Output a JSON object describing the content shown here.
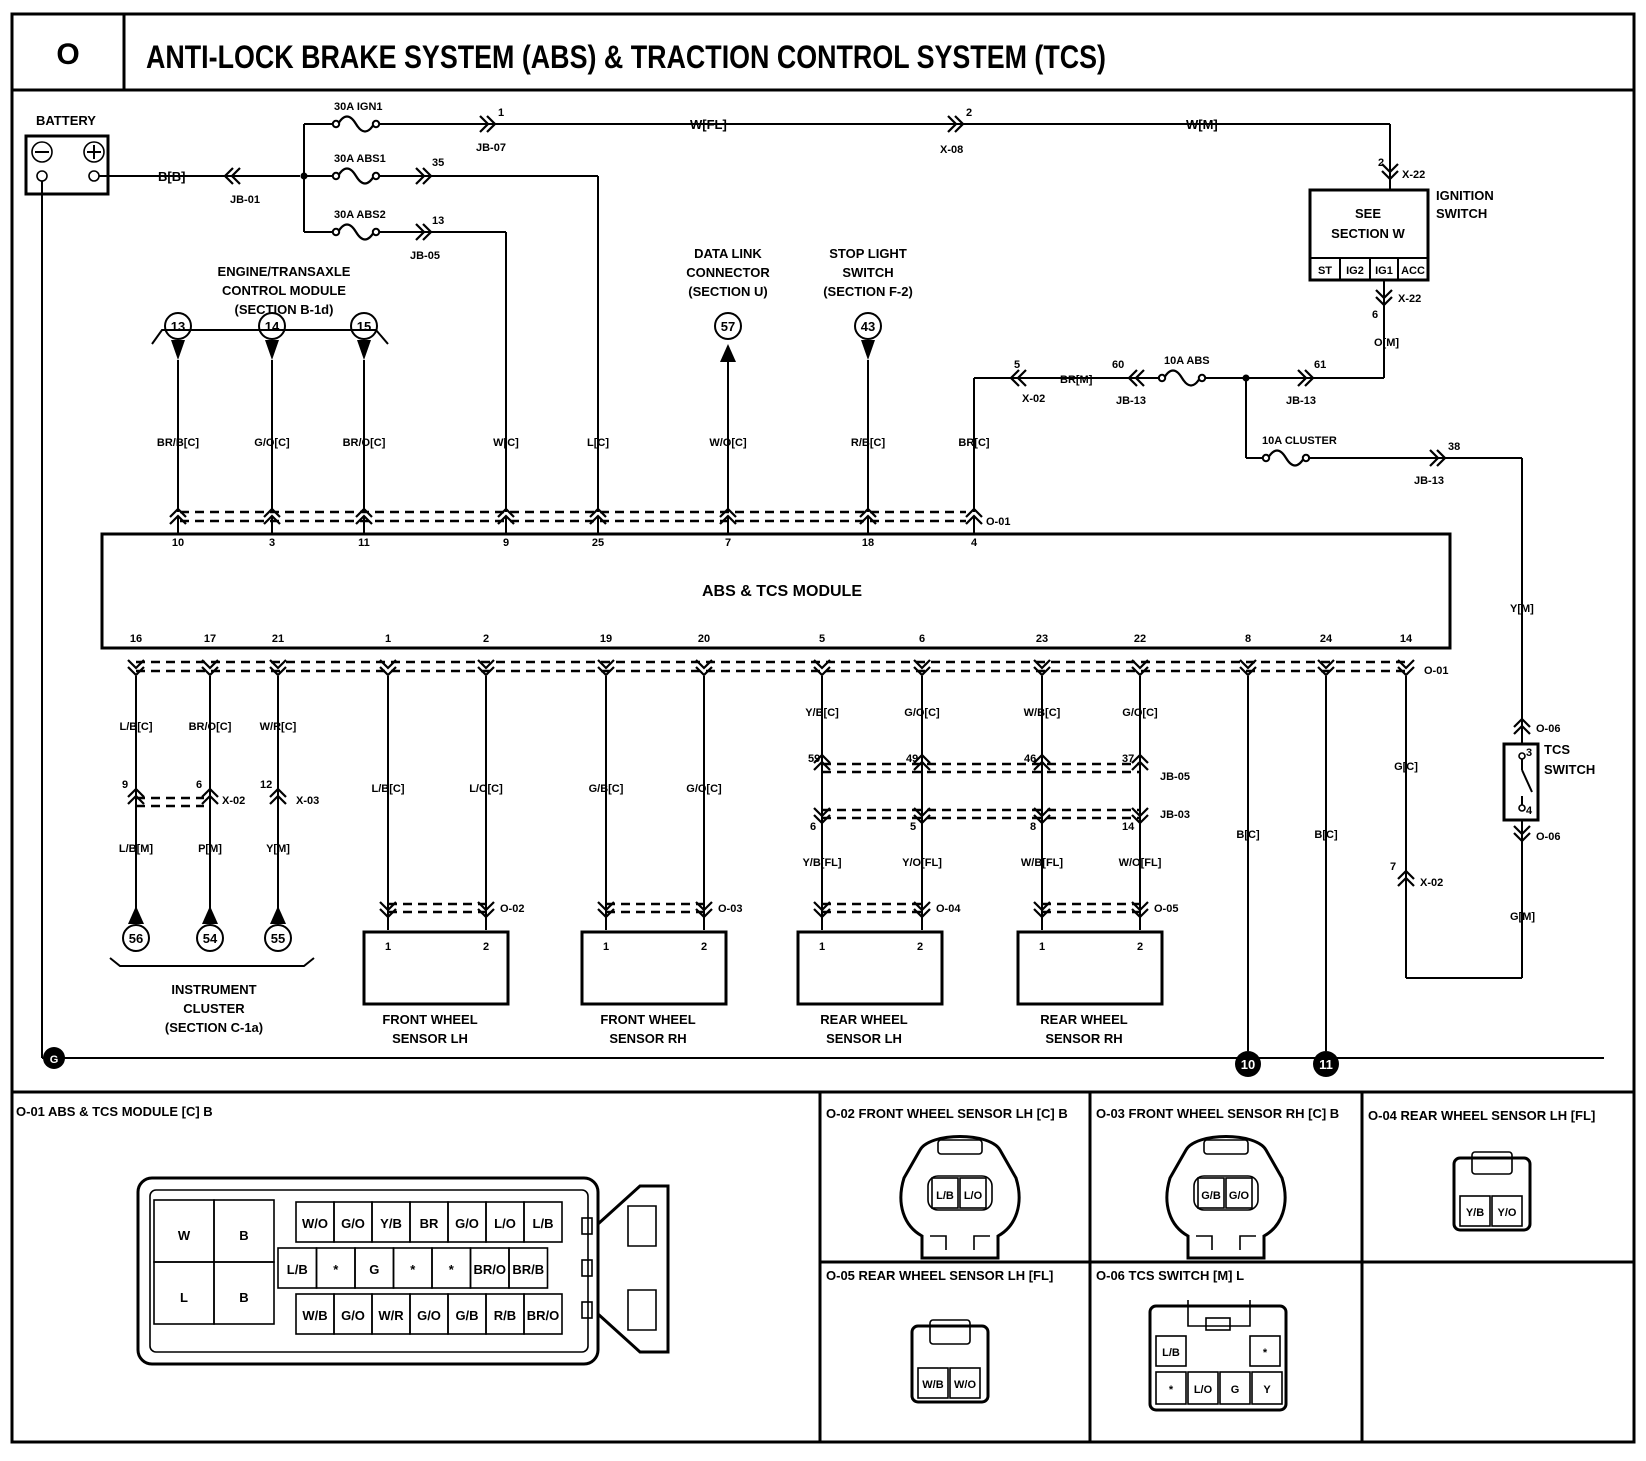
{
  "header": {
    "section_letter": "O",
    "title": "ANTI-LOCK BRAKE SYSTEM (ABS) & TRACTION CONTROL SYSTEM (TCS)"
  },
  "components": {
    "battery": "BATTERY",
    "fuse_ign1": "30A IGN1",
    "fuse_abs1": "30A ABS1",
    "fuse_abs2": "30A ABS2",
    "fuse_10a_abs": "10A ABS",
    "fuse_10a_cluster": "10A CLUSTER",
    "ign_see": "SEE",
    "ign_section": "SECTION W",
    "ign_label_1": "IGNITION",
    "ign_label_2": "SWITCH",
    "ign_pins": [
      "ST",
      "IG2",
      "IG1",
      "ACC"
    ],
    "ecm_1": "ENGINE/TRANSAXLE",
    "ecm_2": "CONTROL MODULE",
    "ecm_3": "(SECTION B-1d)",
    "dlc_1": "DATA LINK",
    "dlc_2": "CONNECTOR",
    "dlc_3": "(SECTION U)",
    "sls_1": "STOP LIGHT",
    "sls_2": "SWITCH",
    "sls_3": "(SECTION F-2)",
    "module": "ABS & TCS MODULE",
    "cluster_1": "INSTRUMENT",
    "cluster_2": "CLUSTER",
    "cluster_3": "(SECTION C-1a)",
    "tcs_1": "TCS",
    "tcs_2": "SWITCH",
    "sensor_flh_1": "FRONT WHEEL",
    "sensor_flh_2": "SENSOR LH",
    "sensor_frh_1": "FRONT WHEEL",
    "sensor_frh_2": "SENSOR RH",
    "sensor_rlh_1": "REAR WHEEL",
    "sensor_rlh_2": "SENSOR LH",
    "sensor_rrh_1": "REAR WHEEL",
    "sensor_rrh_2": "SENSOR RH",
    "ground": "G"
  },
  "refs": {
    "r13": "13",
    "r14": "14",
    "r15": "15",
    "r57": "57",
    "r43": "43",
    "r56": "56",
    "r54": "54",
    "r55": "55",
    "g10": "10",
    "g11": "11"
  },
  "wires": {
    "bb": "B[B]",
    "wfl": "W[FL]",
    "wm": "W[M]",
    "om": "O[M]",
    "brm": "BR[M]",
    "ym": "Y[M]",
    "gm": "G[M]",
    "brb": "BR/B[C]",
    "goc": "G/O[C]",
    "broc": "BR/O[C]",
    "wc": "W[C]",
    "lc": "L[C]",
    "woc": "W/O[C]",
    "rbc": "R/B[C]",
    "brc": "BR[C]",
    "lbc": "L/B[C]",
    "broc2": "BR/O[C]",
    "wrc": "W/R[C]",
    "lbm": "L/B[M]",
    "pm": "P[M]",
    "ymc": "Y[M]",
    "lbc2": "L/B[C]",
    "loc": "L/O[C]",
    "gbc": "G/B[C]",
    "goc2": "G/O[C]",
    "ybc": "Y/B[C]",
    "goc3": "G/O[C]",
    "wbc": "W/B[C]",
    "goc4": "G/O[C]",
    "ybfl": "Y/B[FL]",
    "yofl": "Y/O[FL]",
    "wbfl": "W/B[FL]",
    "wofl": "W/O[FL]",
    "bc1": "B[C]",
    "bc2": "B[C]",
    "gc": "G[C]"
  },
  "connectors": {
    "jb01": "JB-01",
    "jb07": "JB-07",
    "jb05": "JB-05",
    "jb05b": "JB-05",
    "jb03": "JB-03",
    "jb13a": "JB-13",
    "jb13b": "JB-13",
    "jb13c": "JB-13",
    "x08": "X-08",
    "x22a": "X-22",
    "x22b": "X-22",
    "x02a": "X-02",
    "x02b": "X-02",
    "x02c": "X-02",
    "x03": "X-03",
    "o01a": "O-01",
    "o01b": "O-01",
    "o02": "O-02",
    "o03": "O-03",
    "o04": "O-04",
    "o05": "O-05",
    "o06a": "O-06",
    "o06b": "O-06"
  },
  "pins": {
    "p1": "1",
    "p2": "2",
    "p35": "35",
    "p13": "13",
    "p2b": "2",
    "p6": "6",
    "p5": "5",
    "p60": "60",
    "p61": "61",
    "p38": "38",
    "top": [
      "10",
      "3",
      "11",
      "9",
      "25",
      "7",
      "18",
      "4"
    ],
    "bottom": [
      "16",
      "17",
      "21",
      "1",
      "2",
      "19",
      "20",
      "5",
      "6",
      "23",
      "22",
      "8",
      "24",
      "14"
    ],
    "x02_9": "9",
    "x02_6": "6",
    "x03_12": "12",
    "jb05_59": "59",
    "jb05_49": "49",
    "jb05_46": "46",
    "jb05_37": "37",
    "jb03_6": "6",
    "jb03_5": "5",
    "jb03_8": "8",
    "jb03_14": "14",
    "s_1": "1",
    "s_2": "2",
    "tcs_3": "3",
    "tcs_4": "4",
    "x02_7": "7"
  },
  "views": {
    "o01": "O-01 ABS & TCS MODULE [C] B",
    "o02": "O-02 FRONT WHEEL SENSOR LH [C] B",
    "o03": "O-03 FRONT WHEEL SENSOR RH [C] B",
    "o04": "O-04 REAR WHEEL SENSOR LH [FL]",
    "o05": "O-05 REAR WHEEL SENSOR LH [FL]",
    "o06": "O-06 TCS SWITCH [M] L"
  },
  "o01_cavities": {
    "big": [
      "W",
      "B",
      "L",
      "B"
    ],
    "row1": [
      "W/O",
      "G/O",
      "Y/B",
      "BR",
      "G/O",
      "L/O",
      "L/B"
    ],
    "row2": [
      "L/B",
      "*",
      "G",
      "*",
      "*",
      "BR/O",
      "BR/B"
    ],
    "row3": [
      "W/B",
      "G/O",
      "W/R",
      "G/O",
      "G/B",
      "R/B",
      "BR/O"
    ]
  },
  "o02_cavities": [
    "L/B",
    "L/O"
  ],
  "o03_cavities": [
    "G/B",
    "G/O"
  ],
  "o04_cavities": [
    "Y/B",
    "Y/O"
  ],
  "o05_cavities": [
    "W/B",
    "W/O"
  ],
  "o06_cavities": [
    "L/B",
    "*",
    "*",
    "L/O",
    "G",
    "Y"
  ]
}
